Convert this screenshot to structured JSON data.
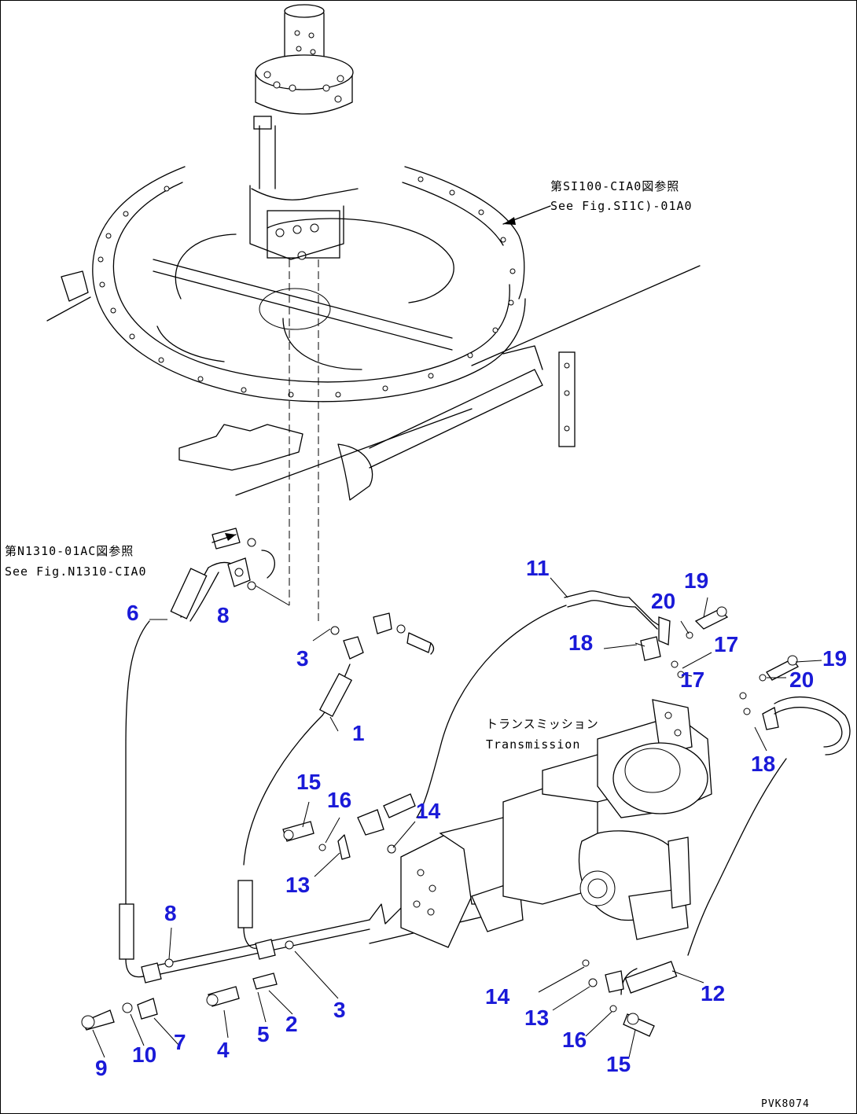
{
  "references": {
    "swing_ref_jp": "第SI100-CIA0図参照",
    "swing_ref_en": "See Fig.SI1C)-01A0",
    "hose_ref_jp": "第N1310-01AC図参照",
    "hose_ref_en": "See Fig.N1310-CIA0"
  },
  "transmission": {
    "label_jp": "トランスミッション",
    "label_en": "Transmission"
  },
  "callouts": {
    "c1": "1",
    "c2": "2",
    "c3a": "3",
    "c3b": "3",
    "c4": "4",
    "c5": "5",
    "c6": "6",
    "c7": "7",
    "c8a": "8",
    "c8b": "8",
    "c9": "9",
    "c10": "10",
    "c11": "11",
    "c12": "12",
    "c13a": "13",
    "c13b": "13",
    "c14a": "14",
    "c14b": "14",
    "c15a": "15",
    "c15b": "15",
    "c16a": "16",
    "c16b": "16",
    "c17a": "17",
    "c17b": "17",
    "c18a": "18",
    "c18b": "18",
    "c19a": "19",
    "c19b": "19",
    "c20a": "20",
    "c20b": "20"
  },
  "drawing_code": "PVK8074",
  "colors": {
    "callout": "#1a1ad8",
    "line": "#000000",
    "background": "#ffffff"
  }
}
